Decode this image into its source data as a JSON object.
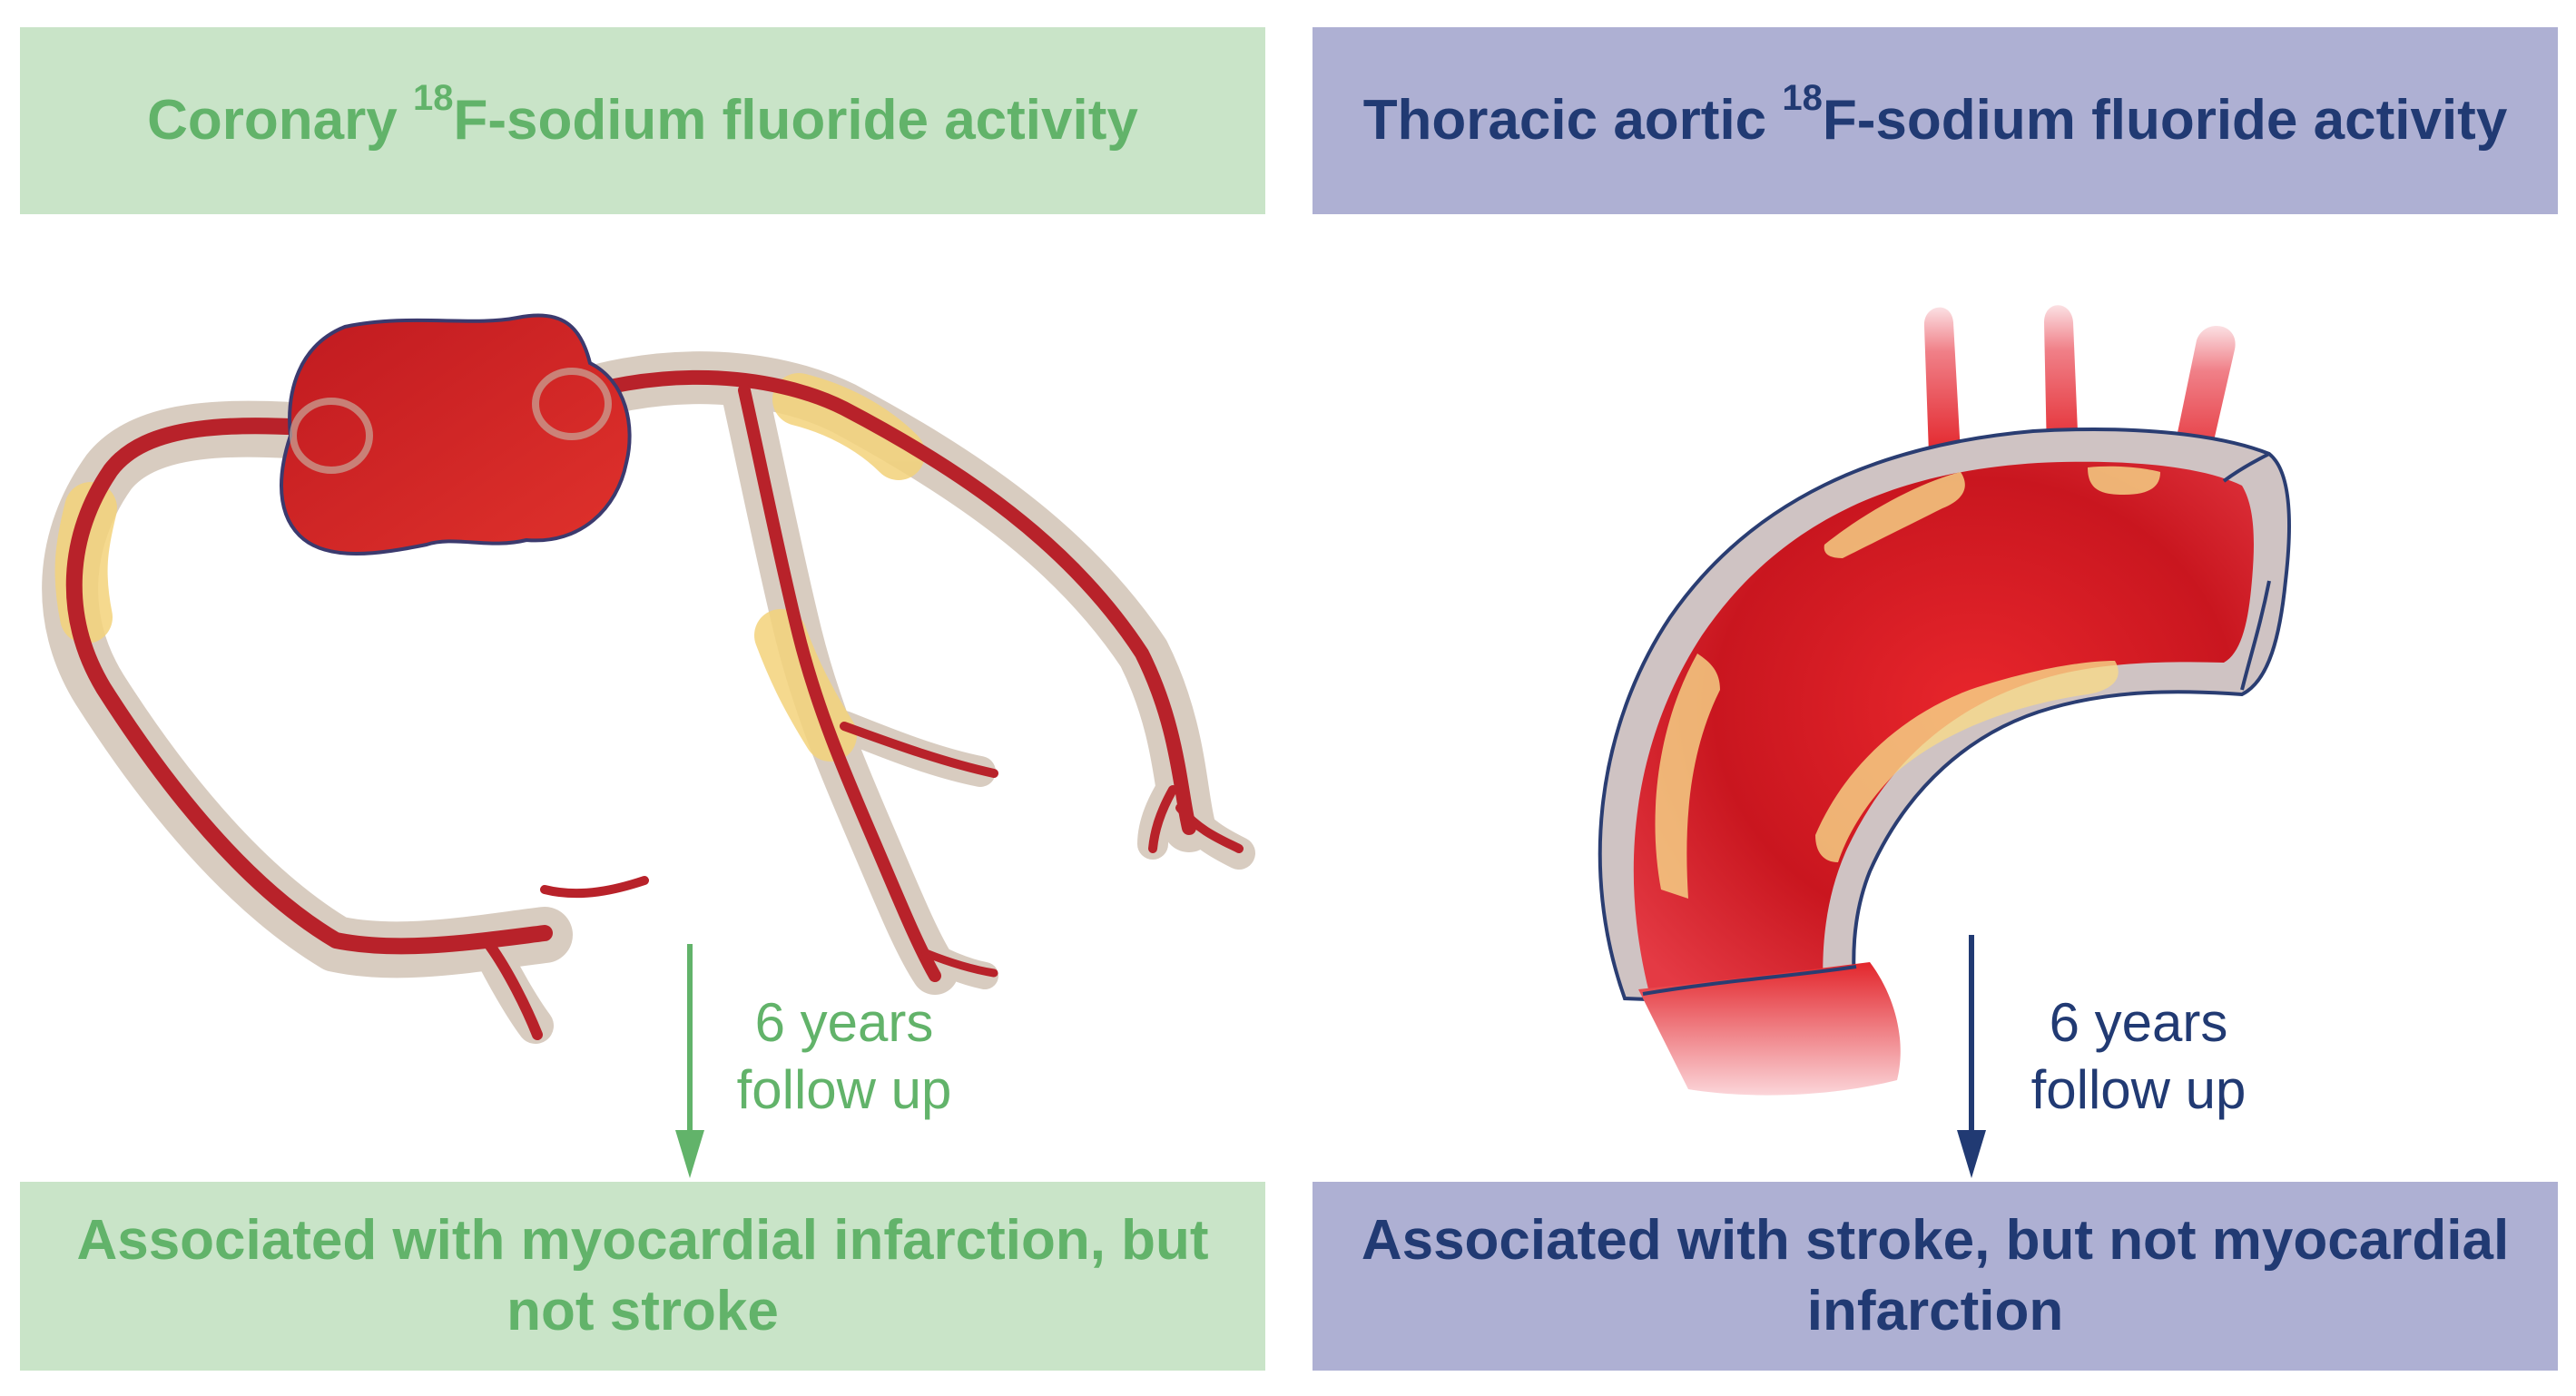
{
  "panels": {
    "left": {
      "title_prefix": "Coronary ",
      "title_sup": "18",
      "title_suffix": "F-sodium fluoride activity",
      "followup": "6 years follow up",
      "outcome": "Associated with myocardial infarction, but not stroke",
      "color": "#62b36a",
      "box_color": "#c9e4c8"
    },
    "right": {
      "title_prefix": "Thoracic aortic ",
      "title_sup": "18",
      "title_suffix": "F-sodium fluoride activity",
      "followup": "6 years follow up",
      "outcome": "Associated with stroke, but not myocardial infarction",
      "color": "#213a73",
      "box_color": "#aeb0d3"
    }
  },
  "illustrations": {
    "left": "coronary-arteries-illustration",
    "right": "aortic-arch-illustration",
    "arrow_icon": "down-arrow-icon"
  },
  "palette": {
    "vessel_red": "#c41e24",
    "vessel_sheath": "#d8ccc0",
    "uptake_yellow": "#f3d27a"
  }
}
